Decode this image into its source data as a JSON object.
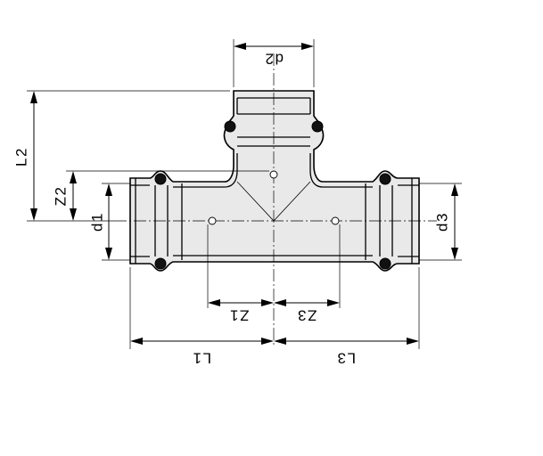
{
  "labels": {
    "d1": "d1",
    "d2": "d2",
    "d3": "d3",
    "l1": "L1",
    "l2": "L2",
    "l3": "L3",
    "z1": "Z1",
    "z2": "Z2",
    "z3": "Z3"
  }
}
